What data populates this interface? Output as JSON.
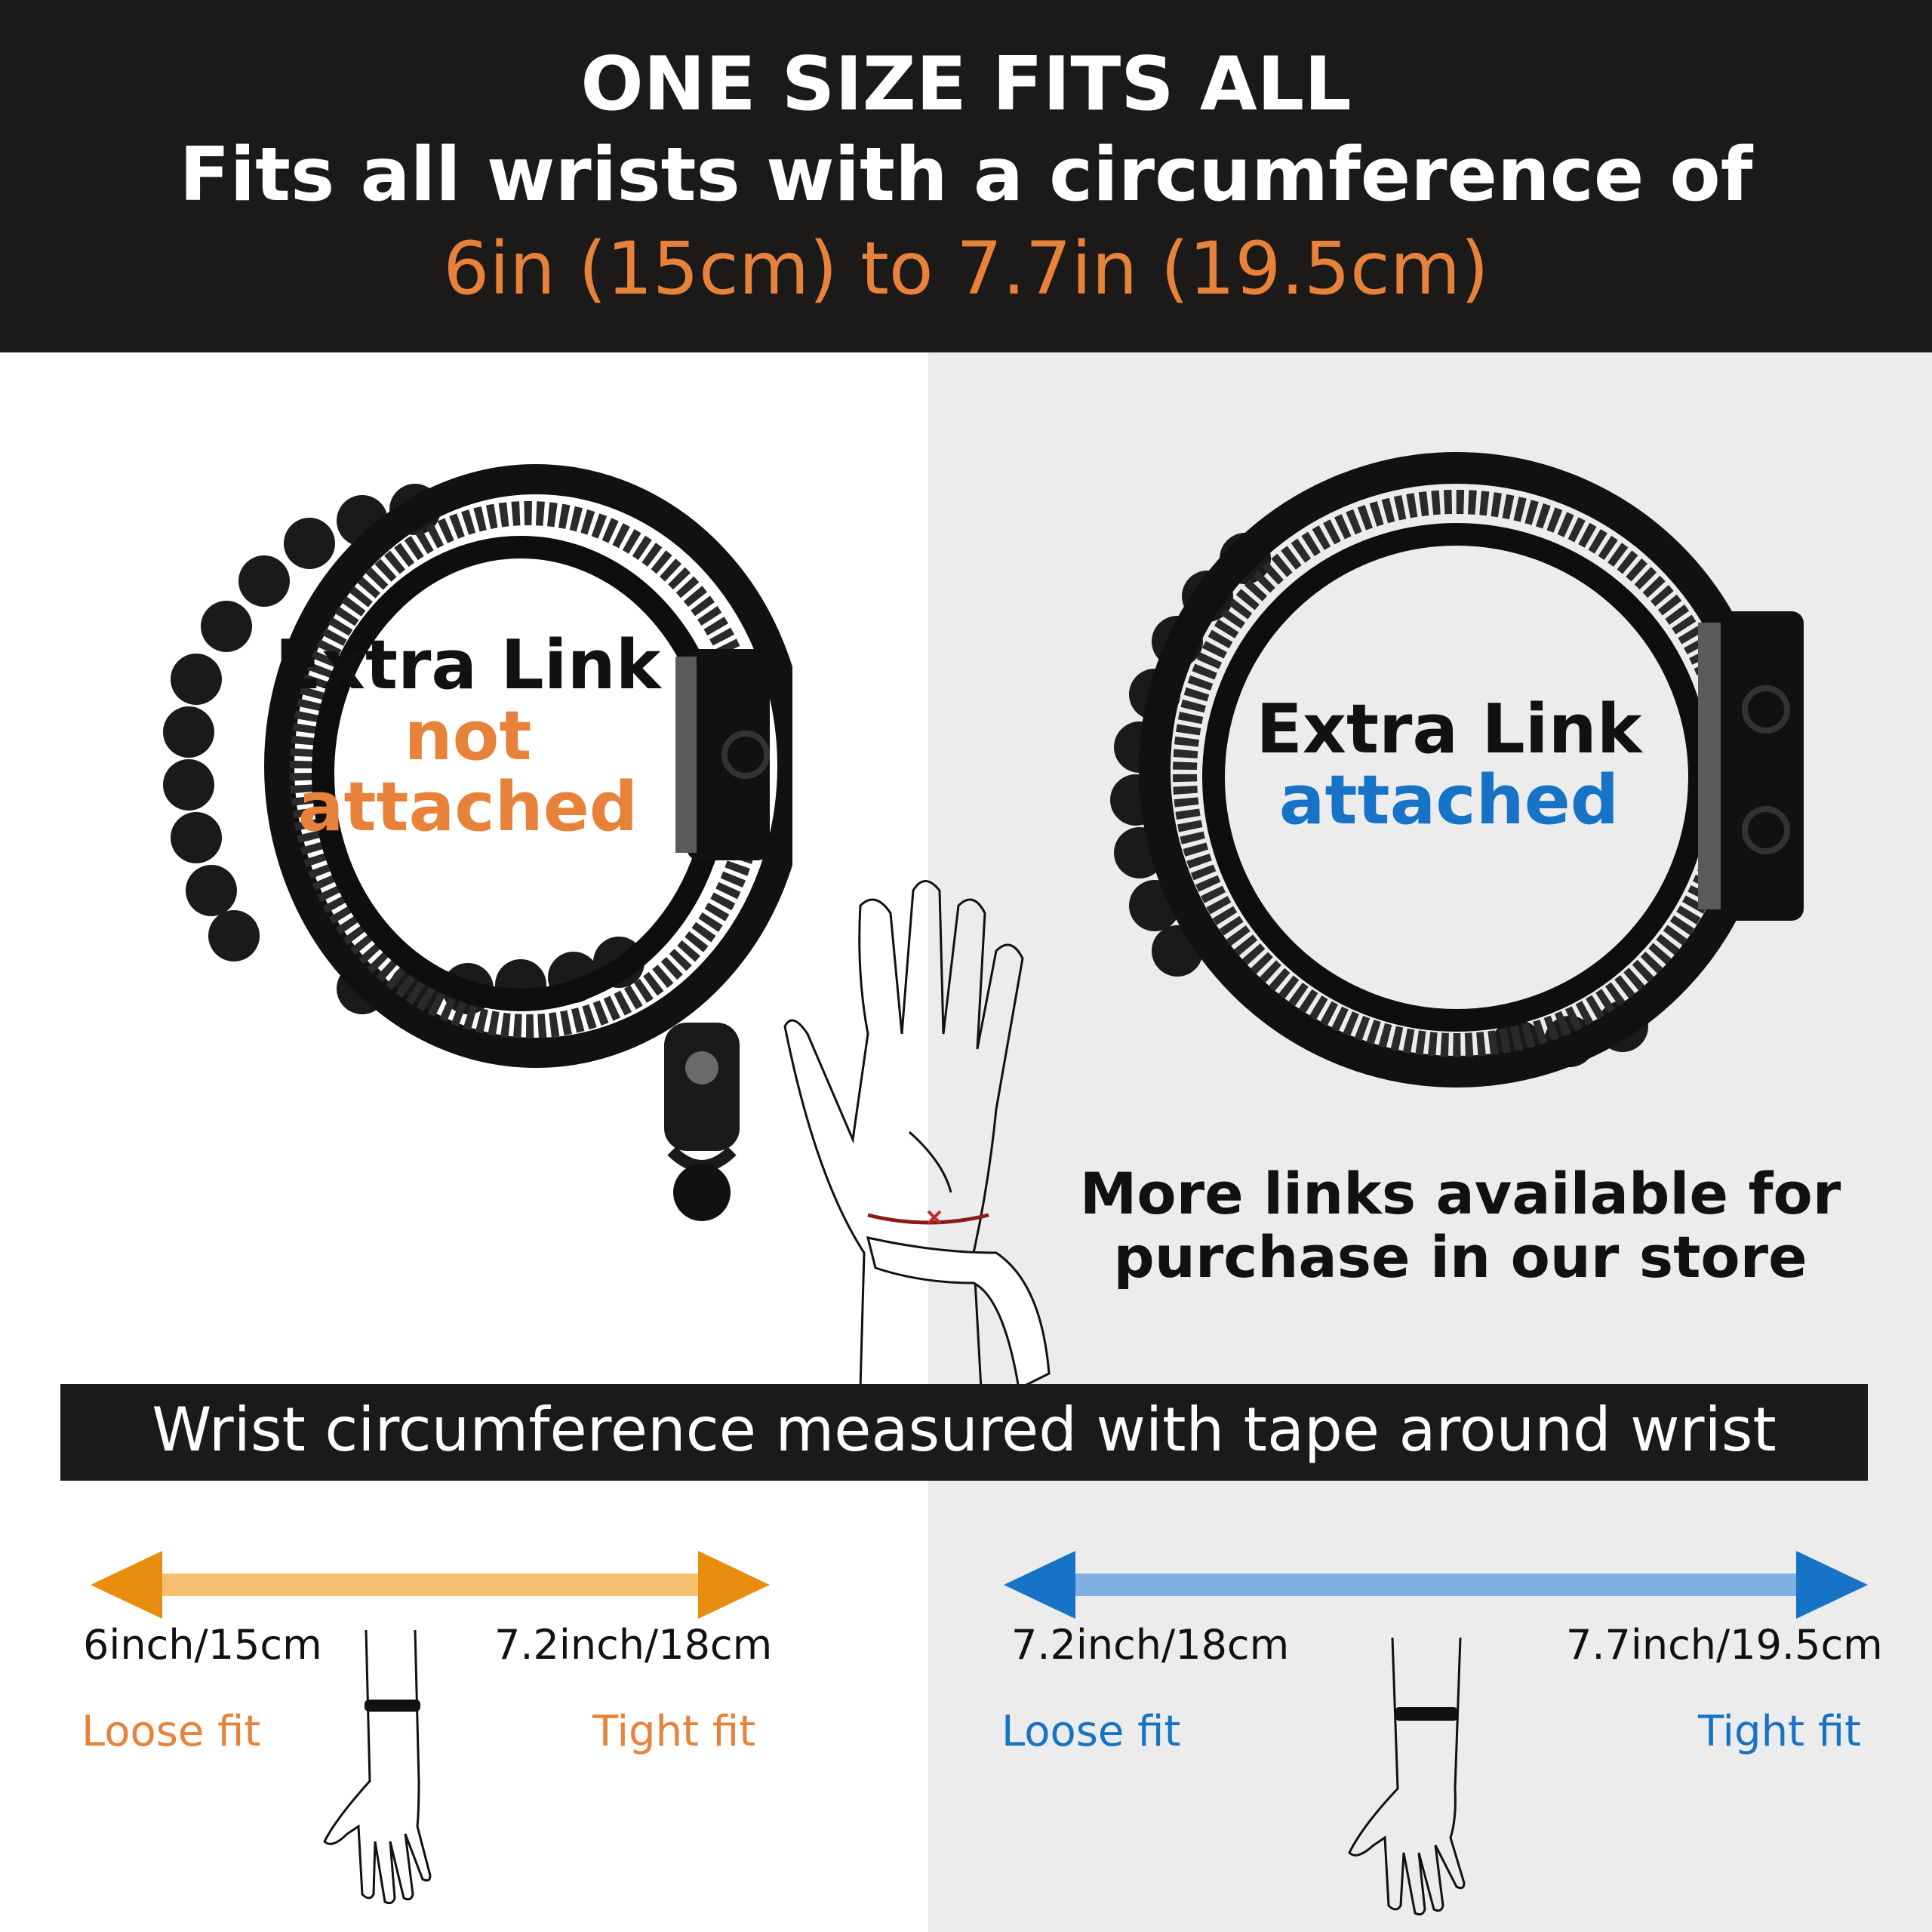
{
  "header": {
    "line1": "ONE SIZE FITS ALL",
    "line2": "Fits all wrists with a circumference of",
    "line3": "6in (15cm) to 7.7in (19.5cm)"
  },
  "left_bracelet": {
    "title": "Extra Link",
    "status_line1": "not",
    "status_line2": "attached"
  },
  "right_bracelet": {
    "title": "Extra Link",
    "status": "attached"
  },
  "store_note": {
    "line1": "More links available for",
    "line2": "purchase in our store"
  },
  "banner": "Wrist circumference measured with tape around wrist",
  "left_range": {
    "min": "6inch/15cm",
    "max": "7.2inch/18cm",
    "min_fit": "Loose fit",
    "max_fit": "Tight fit"
  },
  "right_range": {
    "min": "7.2inch/18cm",
    "max": "7.7inch/19.5cm",
    "min_fit": "Loose fit",
    "max_fit": "Tight fit"
  },
  "colors": {
    "orange": "#e8823a",
    "blue": "#1673c5",
    "dark": "#1c1a19"
  },
  "icons": [
    "bracelet-image",
    "extra-link-image",
    "hand-with-tape-icon",
    "wrist-icon"
  ]
}
